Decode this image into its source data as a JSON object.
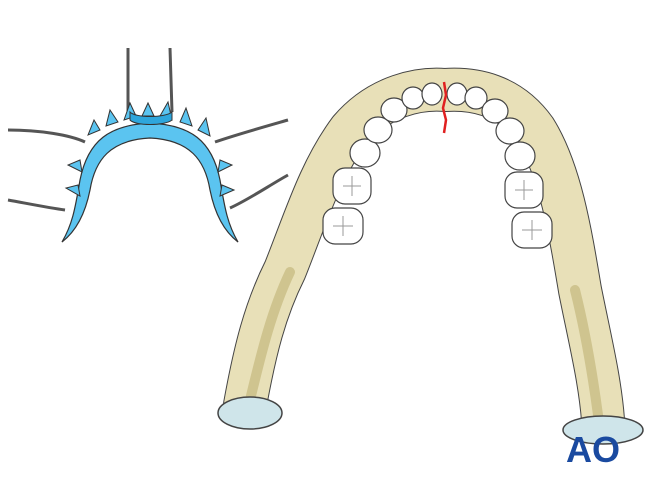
{
  "figure": {
    "panels": [
      "arch-bar-splint",
      "mandible-with-symphyseal-fracture"
    ],
    "colors": {
      "splint": "#5bc4f0",
      "splint_dark": "#2ea6dc",
      "wire": "#6a6a6a",
      "bone": "#e8e0b8",
      "bone_shade": "#cfc48f",
      "condyle_cartilage": "#cfe5ea",
      "tooth": "#ffffff",
      "fracture": "#e02020",
      "logo": "#1a4aa0"
    }
  },
  "logo": {
    "text": "AO"
  }
}
